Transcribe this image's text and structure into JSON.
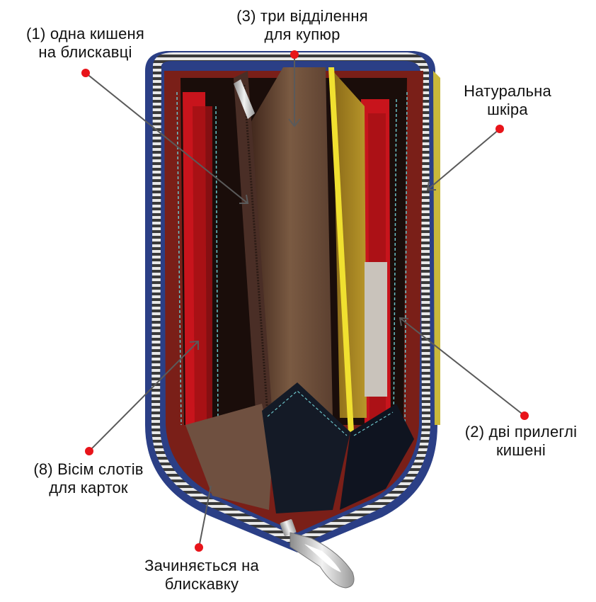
{
  "image": {
    "subject": "open zip-around leather wallet, blue exterior, multicolor interior",
    "colors": {
      "exterior": "#2b3f86",
      "interior_red": "#c8141c",
      "interior_maroon": "#7a1f18",
      "interior_brown": "#6b4a35",
      "interior_dark": "#1a0d0a",
      "yellow_divider": "#f0e030",
      "mustard": "#a8861c",
      "teal_stitch": "#6cc2c8",
      "zipper_metal": "#cfcfcf",
      "marker_red": "#e8141a",
      "leader_gray": "#555555"
    }
  },
  "annotations": [
    {
      "id": "zip-pocket",
      "line1": "(1) одна кишеня",
      "line2": "на блискавці"
    },
    {
      "id": "bill-compartments",
      "line1": "(3) три відділення",
      "line2": "для купюр"
    },
    {
      "id": "genuine-leather",
      "line1": "Натуральна",
      "line2": "шкіра"
    },
    {
      "id": "adjacent-pockets",
      "line1": "(2) дві прилеглі",
      "line2": "кишені"
    },
    {
      "id": "card-slots",
      "line1": "(8) Вісім слотів",
      "line2": "для карток"
    },
    {
      "id": "zip-closure",
      "line1": "Зачиняється на",
      "line2": "блискавку"
    }
  ]
}
